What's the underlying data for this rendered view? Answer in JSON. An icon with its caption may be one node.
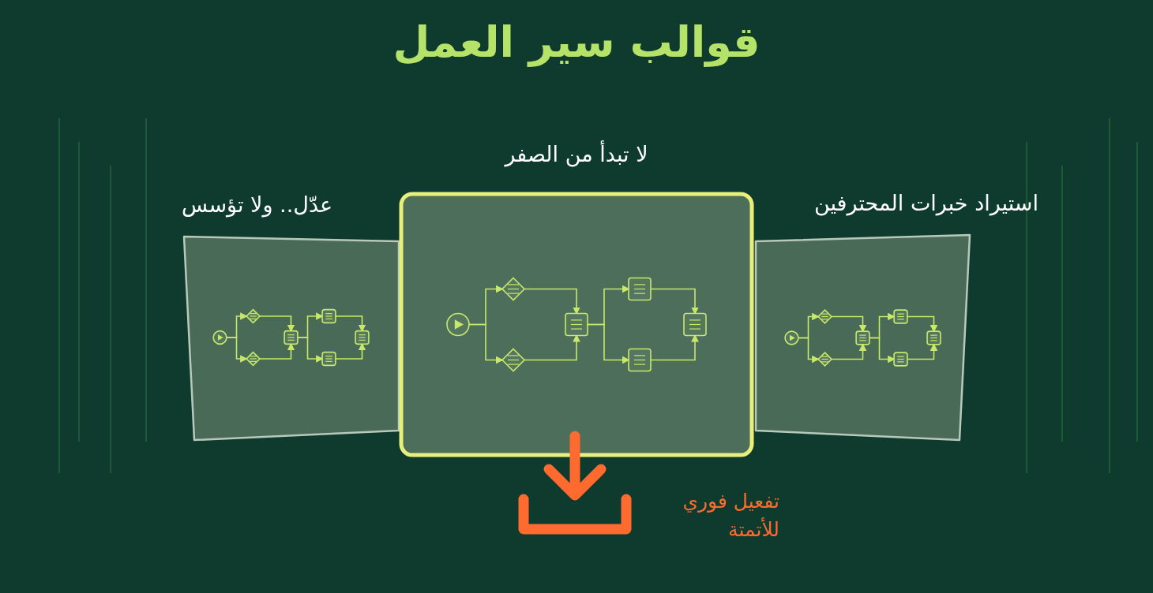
{
  "diagram": {
    "title": "قوالب سير العمل",
    "nodes": [
      {
        "text": [
          "عدّل.. ولا تؤسس"
        ]
      },
      {
        "text": [
          "لا تبدأ من الصفر"
        ]
      },
      {
        "text": [
          "استيراد خبرات المحترفين"
        ]
      },
      {
        "text": [],
        "shape": "picture",
        "beside": [
          "تفعيل فوري للأتمتة"
        ]
      }
    ],
    "edges": []
  }
}
